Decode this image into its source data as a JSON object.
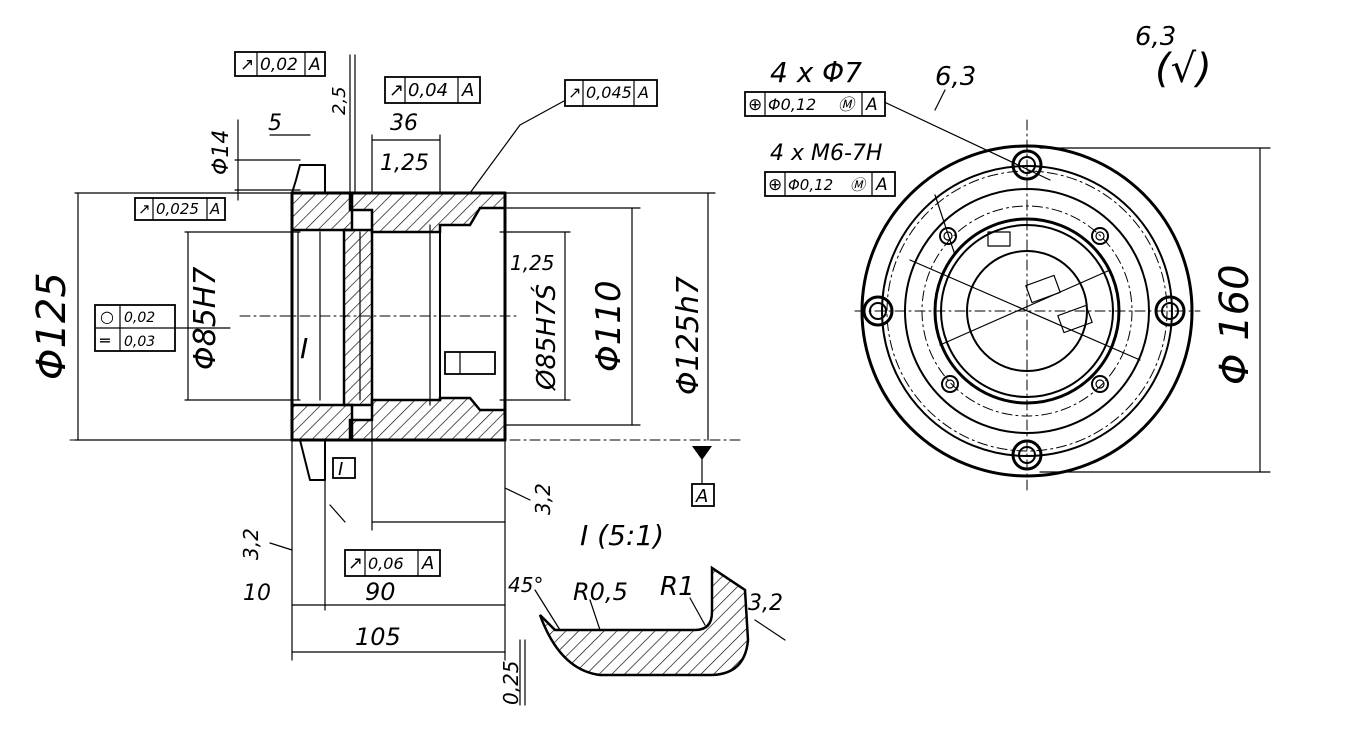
{
  "roughness": {
    "general": "6,3",
    "general_paren": "(√)",
    "face": "6,3",
    "surface_32": "3,2"
  },
  "side_view": {
    "diameters": {
      "d125": "Φ125",
      "d14": "Φ14",
      "d85": "Φ85H7",
      "d110": "Φ110",
      "d125h7": "Φ125h7",
      "d85b": "Ø85H7Ś"
    },
    "lengths": {
      "l5": "5",
      "l25": "2,5",
      "l36": "36",
      "l10": "10",
      "l90": "90",
      "l105": "105",
      "l025": "0,25"
    },
    "chamfers": {
      "c125a": "1,25",
      "c125b": "1,25"
    },
    "callouts": {
      "detail": "I",
      "detail_small": "I",
      "datum": "A"
    },
    "tolerance_frames": {
      "f1": {
        "sym": "↗",
        "val": "0,02",
        "ref": "A"
      },
      "f2": {
        "sym": "↗",
        "val": "0,04",
        "ref": "A"
      },
      "f3": {
        "sym": "↗",
        "val": "0,045",
        "ref": "A"
      },
      "f4": {
        "sym": "↗",
        "val": "0,025",
        "ref": "A"
      },
      "f5": {
        "sym": "↗",
        "val": "0,06",
        "ref": "A"
      },
      "form_round": {
        "sym": "○",
        "val": "0,02"
      },
      "form_flat": {
        "sym": "═",
        "val": "0,03"
      }
    }
  },
  "front_view": {
    "holes": "4 x Φ7",
    "holes_tol": {
      "sym": "⊕",
      "val": "Φ0,12",
      "mod": "Ⓜ",
      "ref": "A"
    },
    "threads": "4 x M6-7H",
    "threads_tol": {
      "sym": "⊕",
      "val": "Φ0,12",
      "mod": "Ⓜ",
      "ref": "A"
    },
    "outer_dia": "Φ 160"
  },
  "detail": {
    "title": "I (5:1)",
    "chamfer": "45°",
    "r05": "R0,5",
    "r1": "R1"
  }
}
